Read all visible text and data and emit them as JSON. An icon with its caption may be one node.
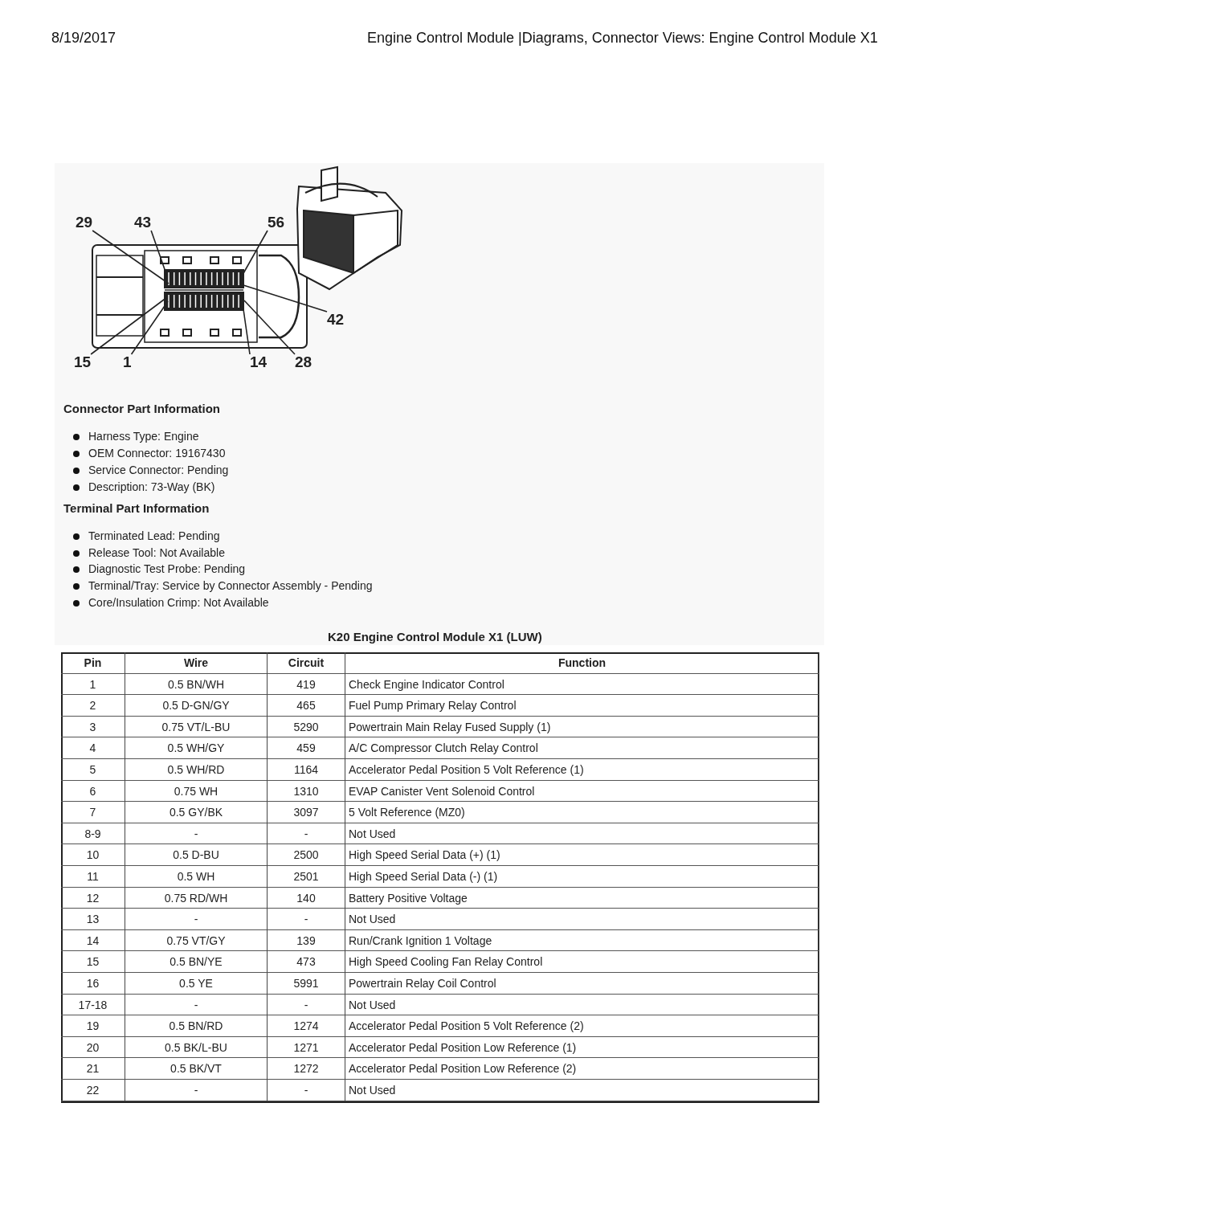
{
  "diagram": {
    "title": "Engine Control Module |Diagrams, Connector Views: Engine Control Module X1",
    "nodes": [
      {
        "text": [
          "29"
        ]
      },
      {
        "text": [
          "43"
        ]
      },
      {
        "text": [
          "56"
        ]
      },
      {
        "text": [
          "42"
        ]
      },
      {
        "text": [
          "15"
        ]
      },
      {
        "text": [
          "1"
        ]
      },
      {
        "text": [
          "14"
        ]
      },
      {
        "text": [
          "28"
        ]
      }
    ],
    "edges": [
      {
        "from": 0,
        "to": null,
        "arrow": "none"
      },
      {
        "from": 1,
        "to": null,
        "arrow": "none"
      },
      {
        "from": 2,
        "to": null,
        "arrow": "none"
      },
      {
        "from": 3,
        "to": null,
        "arrow": "none"
      },
      {
        "from": 4,
        "to": null,
        "arrow": "none"
      },
      {
        "from": 5,
        "to": null,
        "arrow": "none"
      },
      {
        "from": 6,
        "to": null,
        "arrow": "none"
      },
      {
        "from": 7,
        "to": null,
        "arrow": "none"
      }
    ],
    "labels": [
      "8/19/2017",
      "Connector Part Information",
      "Harness Type: Engine",
      "OEM Connector: 19167430",
      "Service Connector: Pending",
      "Description: 73-Way (BK)",
      "Terminal Part Information",
      "Terminated Lead: Pending",
      "Release Tool: Not Available",
      "Diagnostic Test Probe: Pending",
      "Terminal/Tray: Service by Connector Assembly - Pending",
      "Core/Insulation Crimp: Not Available",
      "K20 Engine Control Module X1 (LUW)",
      "Pin",
      "Wire",
      "Circuit",
      "Function",
      "1",
      "0.5 BN/WH",
      "419",
      "Check Engine Indicator Control",
      "2",
      "0.5 D-GN/GY",
      "465",
      "Fuel Pump Primary Relay Control",
      "3",
      "0.75 VT/L-BU",
      "5290",
      "Powertrain Main Relay Fused Supply (1)",
      "4",
      "0.5 WH/GY",
      "459",
      "A/C Compressor Clutch Relay Control",
      "5",
      "0.5 WH/RD",
      "1164",
      "Accelerator Pedal Position 5 Volt Reference (1)",
      "6",
      "0.75 WH",
      "1310",
      "EVAP Canister Vent Solenoid Control",
      "7",
      "0.5 GY/BK",
      "3097",
      "5 Volt Reference (MZ0)",
      "8-9",
      "-",
      "-",
      "Not Used",
      "10",
      "0.5 D-BU",
      "2500",
      "High Speed Serial Data (+) (1)",
      "11",
      "0.5 WH",
      "2501",
      "High Speed Serial Data (-) (1)",
      "12",
      "0.75 RD/WH",
      "140",
      "Battery Positive Voltage",
      "13",
      "-",
      "-",
      "Not Used",
      "14",
      "0.75 VT/GY",
      "139",
      "Run/Crank Ignition 1 Voltage",
      "15",
      "0.5 BN/YE",
      "473",
      "High Speed Cooling Fan Relay Control",
      "16",
      "0.5 YE",
      "5991",
      "Powertrain Relay Coil Control",
      "17-18",
      "-",
      "-",
      "Not Used",
      "19",
      "0.5 BN/RD",
      "1274",
      "Accelerator Pedal Position 5 Volt Reference (2)",
      "20",
      "0.5 BK/L-BU",
      "1271",
      "Accelerator Pedal Position Low Reference (1)",
      "21",
      "0.5 BK/VT",
      "1272",
      "Accelerator Pedal Position Low Reference (2)",
      "22",
      "-",
      "-",
      "Not Used"
    ]
  }
}
